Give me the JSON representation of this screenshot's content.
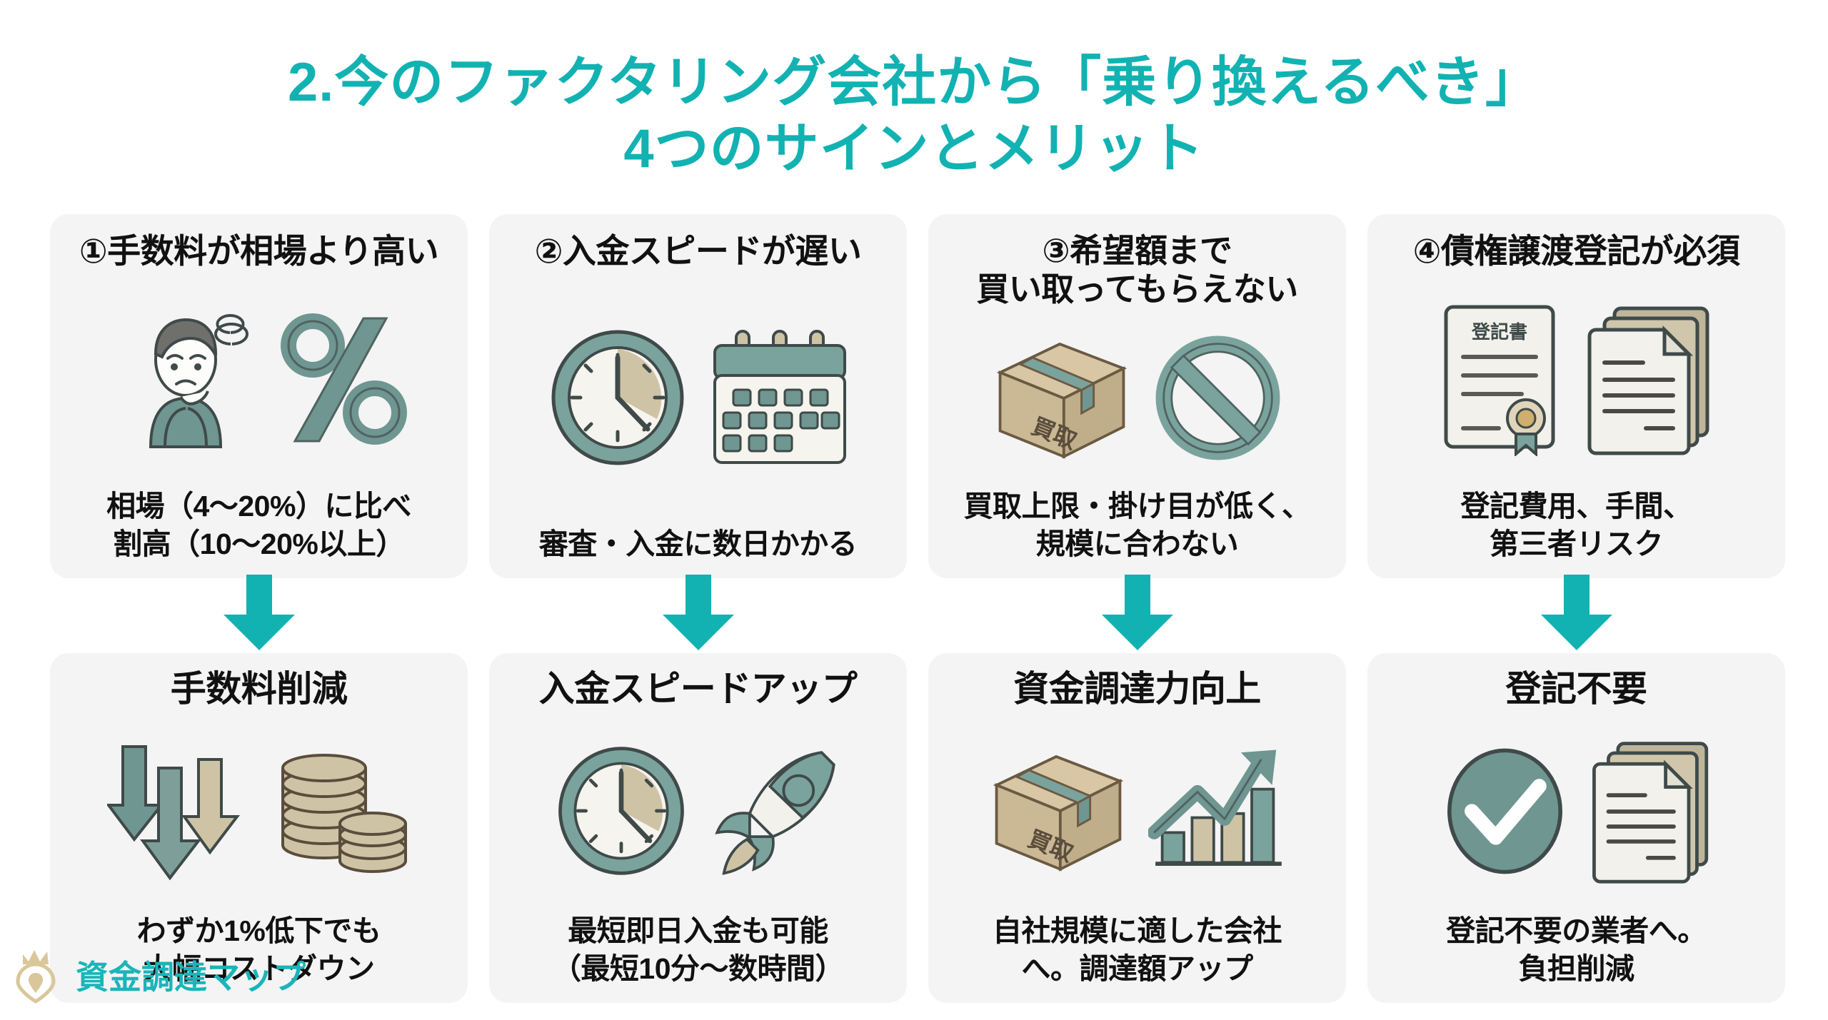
{
  "title": {
    "line1": "2.今のファクタリング会社から「乗り換えるべき」",
    "line2": "4つのサインとメリット",
    "color": "#12b2b2"
  },
  "colors": {
    "accent_teal": "#12b2b2",
    "card_background": "#f4f4f4",
    "page_background": "#ffffff",
    "icon_green": "#6f9691",
    "icon_beige": "#cfc3a6",
    "icon_outline": "#3f4a49",
    "text_black": "#111111",
    "logo_gold": "#d9c79a",
    "logo_teal": "#1ab5ba"
  },
  "columns": [
    {
      "problem": {
        "heading": "①手数料が相場より高い",
        "icons": [
          "worried-person-icon",
          "percent-icon"
        ],
        "sub": "相場（4〜20%）に比べ\n割高（10〜20%以上）"
      },
      "benefit": {
        "title": "手数料削減",
        "icons": [
          "down-arrows-icon",
          "coin-stack-icon"
        ],
        "sub": "わずか1%低下でも\n大幅コストダウン"
      }
    },
    {
      "problem": {
        "heading": "②入金スピードが遅い",
        "icons": [
          "clock-icon",
          "calendar-icon"
        ],
        "sub": "審査・入金に数日かかる"
      },
      "benefit": {
        "title": "入金スピードアップ",
        "icons": [
          "clock-icon",
          "rocket-icon"
        ],
        "sub": "最短即日入金も可能\n（最短10分〜数時間）"
      }
    },
    {
      "problem": {
        "heading": "③希望額まで\n買い取ってもらえない",
        "icons": [
          "purchase-box-icon",
          "prohibited-icon"
        ],
        "sub": "買取上限・掛け目が低く、\n規模に合わない"
      },
      "benefit": {
        "title": "資金調達力向上",
        "icons": [
          "purchase-box-icon",
          "growth-chart-icon"
        ],
        "sub": "自社規模に適した会社\nへ。調達額アップ"
      }
    },
    {
      "problem": {
        "heading": "④債権譲渡登記が必須",
        "icons": [
          "registration-certificate-icon",
          "document-stack-icon"
        ],
        "sub": "登記費用、手間、\n第三者リスク"
      },
      "benefit": {
        "title": "登記不要",
        "icons": [
          "check-circle-icon",
          "document-stack-icon"
        ],
        "sub": "登記不要の業者へ。\n負担削減"
      }
    }
  ],
  "footer": {
    "brand": "資金調達マップ",
    "logo": "location-pin-crown-icon"
  }
}
